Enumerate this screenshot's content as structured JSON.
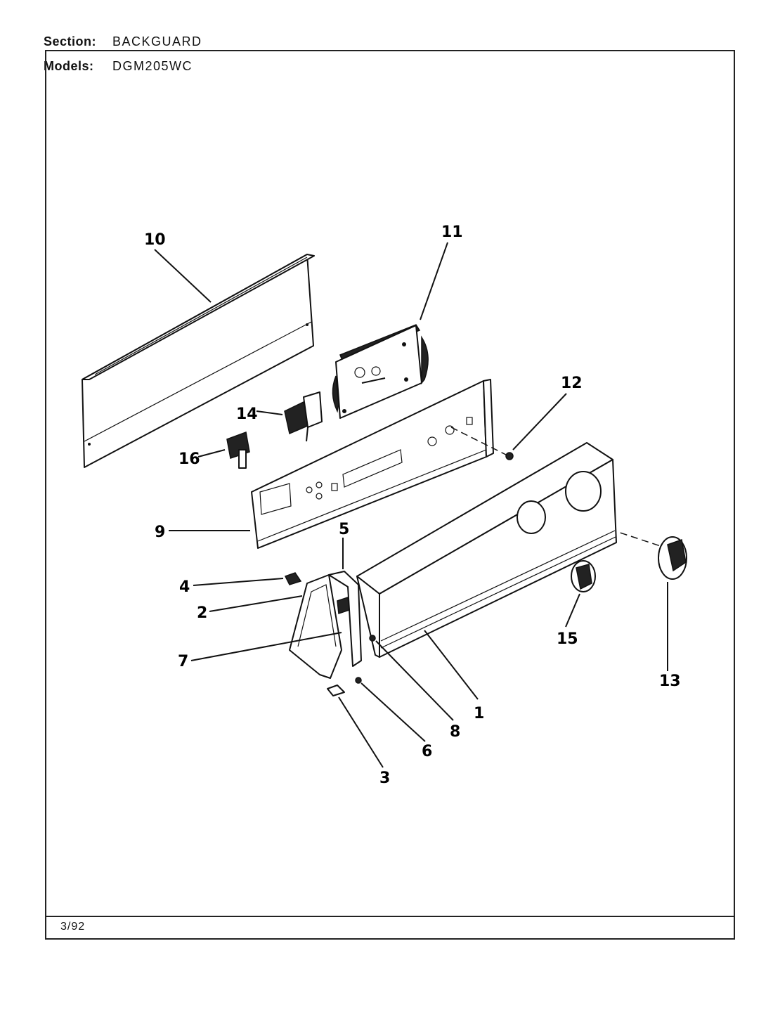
{
  "header": {
    "section_label": "Section:",
    "section_value": "BACKGUARD",
    "models_label": "Models:",
    "models_value": "DGM205WC"
  },
  "footer": {
    "date": "3/92"
  },
  "callouts": [
    "10",
    "11",
    "12",
    "14",
    "16",
    "9",
    "5",
    "4",
    "2",
    "7",
    "15",
    "13",
    "1",
    "8",
    "6",
    "3"
  ]
}
